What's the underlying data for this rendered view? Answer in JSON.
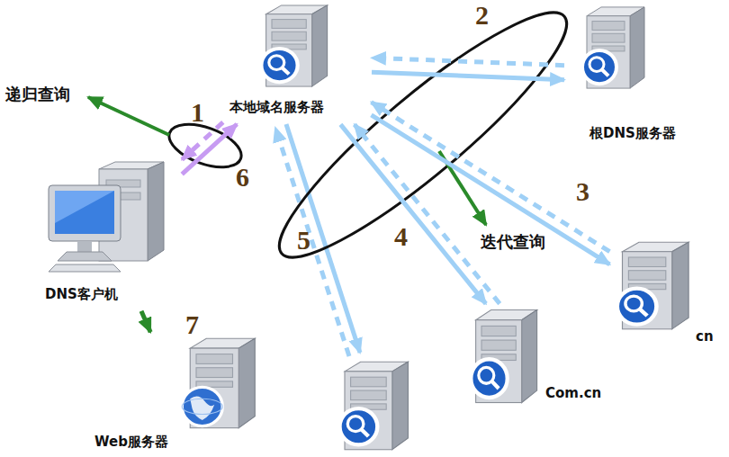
{
  "diagram": {
    "nodes": [
      {
        "text": [
          "本地域名服务器"
        ]
      },
      {
        "text": [
          "根DNS服务器"
        ]
      },
      {
        "text": [
          "cn"
        ]
      },
      {
        "text": [
          "Com.cn"
        ]
      },
      {
        "text": [
          "DNS客户机"
        ]
      },
      {
        "text": [
          "Web服务器"
        ]
      }
    ],
    "edges": [
      {
        "from": 4,
        "to": 0,
        "arrow": "to"
      },
      {
        "from": 0,
        "to": 4,
        "arrow": "to"
      },
      {
        "from": 0,
        "to": 1,
        "arrow": "to"
      },
      {
        "from": 1,
        "to": 0,
        "arrow": "to"
      },
      {
        "from": 0,
        "to": 2,
        "arrow": "to"
      },
      {
        "from": 2,
        "to": 0,
        "arrow": "to"
      },
      {
        "from": 0,
        "to": 3,
        "arrow": "to"
      },
      {
        "from": 3,
        "to": 0,
        "arrow": "to"
      },
      {
        "from": 4,
        "to": 5,
        "arrow": "to"
      }
    ],
    "labels": [
      "1",
      "2",
      "3",
      "4",
      "5",
      "6",
      "7",
      "递归查询",
      "迭代查询"
    ]
  }
}
